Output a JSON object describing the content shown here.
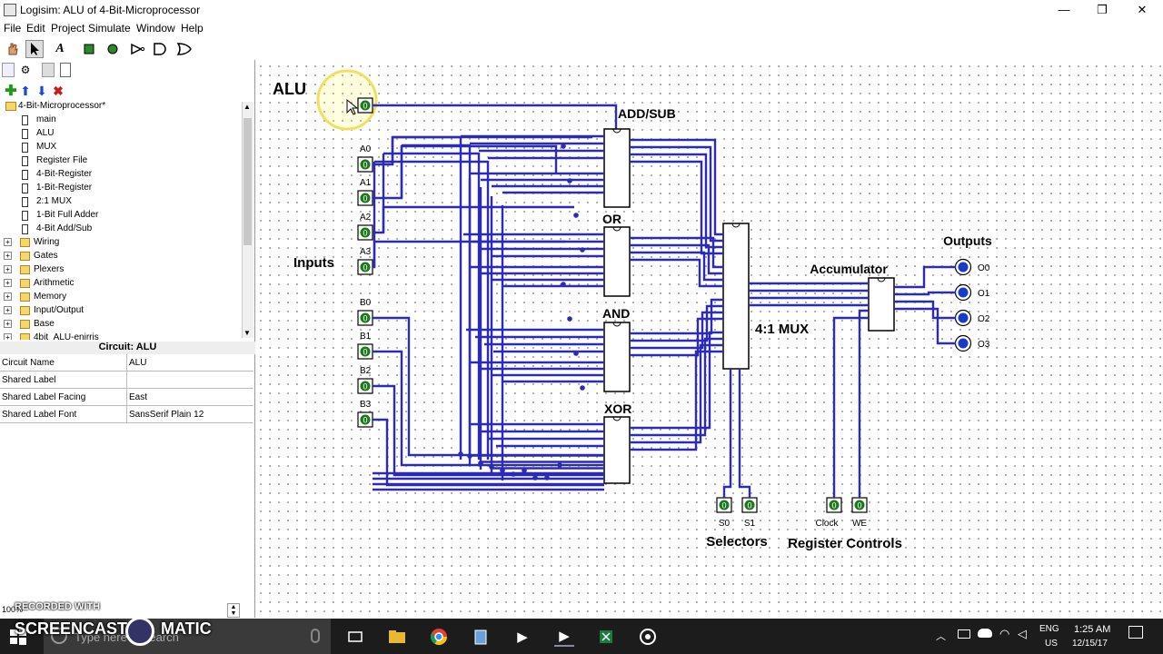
{
  "window": {
    "title": "Logisim: ALU of 4-Bit-Microprocessor",
    "minimize": "—",
    "restore": "❐",
    "close": "✕"
  },
  "menu": [
    "File",
    "Edit",
    "Project",
    "Simulate",
    "Window",
    "Help"
  ],
  "toolbar_icons": [
    "hand-icon",
    "arrow-icon",
    "text-icon",
    "input-icon",
    "led-icon",
    "buffer-icon",
    "and-gate-icon",
    "or-gate-icon"
  ],
  "explorer_toolbar_icons": [
    "add-icon",
    "up-icon",
    "down-icon",
    "delete-icon"
  ],
  "tree": {
    "root": "4-Bit-Microprocessor*",
    "circuits": [
      "main",
      "ALU",
      "MUX",
      "Register File",
      "4-Bit-Register",
      "1-Bit-Register",
      "2:1 MUX",
      "1-Bit Full Adder",
      "4-Bit Add/Sub"
    ],
    "libraries": [
      "Wiring",
      "Gates",
      "Plexers",
      "Arithmetic",
      "Memory",
      "Input/Output",
      "Base",
      "4bit_ALU-enirris"
    ]
  },
  "properties": {
    "title": "Circuit: ALU",
    "rows": [
      {
        "key": "Circuit Name",
        "value": "ALU"
      },
      {
        "key": "Shared Label",
        "value": ""
      },
      {
        "key": "Shared Label Facing",
        "value": "East"
      },
      {
        "key": "Shared Label Font",
        "value": "SansSerif Plain 12"
      }
    ]
  },
  "zoom": "100%",
  "watermark": {
    "line1": "RECORDED WITH",
    "line2": "SCREENCAST",
    "line3": "MATIC"
  },
  "circuit": {
    "title": "ALU",
    "pin_value": "0",
    "inputs_label": "Inputs",
    "a_pins": [
      "A0",
      "A1",
      "A2",
      "A3"
    ],
    "b_pins": [
      "B0",
      "B1",
      "B2",
      "B3"
    ],
    "units": [
      "ADD/SUB",
      "OR",
      "AND",
      "XOR"
    ],
    "mux_label": "4:1 MUX",
    "accumulator_label": "Accumulator",
    "outputs_label": "Outputs",
    "outputs": [
      "O0",
      "O1",
      "O2",
      "O3"
    ],
    "selector_pins": [
      "S0",
      "S1"
    ],
    "selectors_label": "Selectors",
    "control_pins": [
      "Clock",
      "WE"
    ],
    "controls_label": "Register Controls",
    "wire_color": "#2b2bb8"
  },
  "taskbar": {
    "search_placeholder": "Type here to search",
    "lang": "ENG",
    "region": "US",
    "time": "1:25 AM",
    "date": "12/15/17"
  }
}
